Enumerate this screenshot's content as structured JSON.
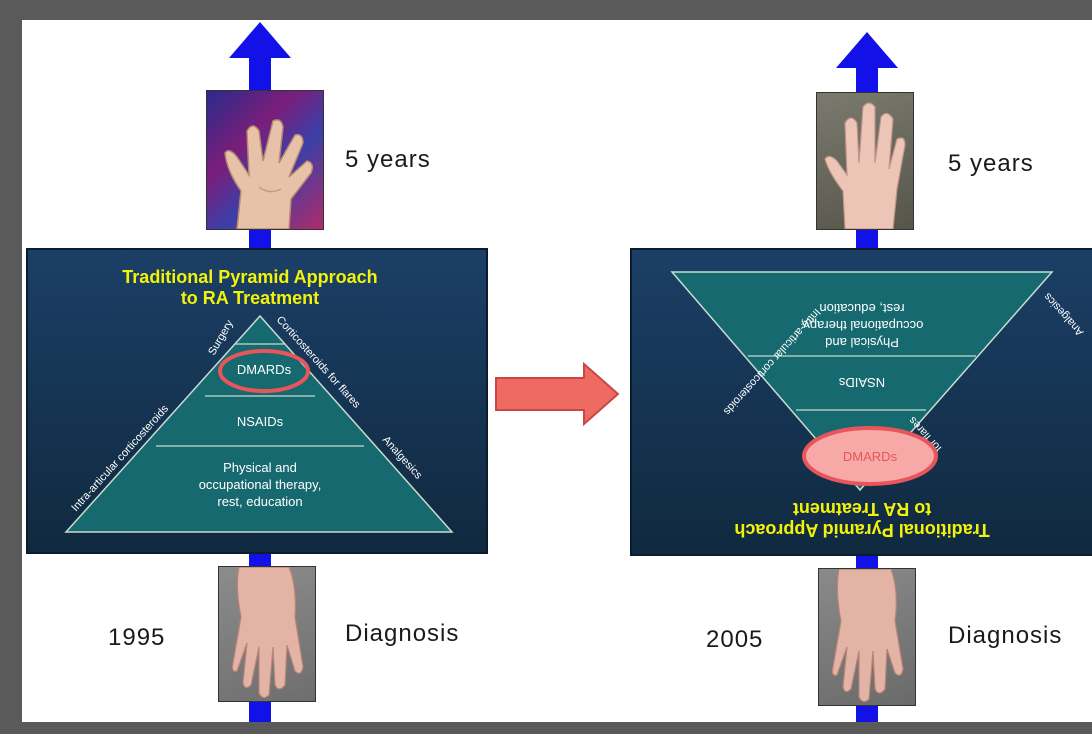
{
  "left": {
    "year": "1995",
    "diagnosis_label": "Diagnosis",
    "five_years_label": "5 years",
    "pyramid": {
      "title_line1": "Traditional Pyramid Approach",
      "title_line2": "to RA Treatment",
      "tier_top": "DMARDs",
      "tier_middle": "NSAIDs",
      "tier_bottom_line1": "Physical and",
      "tier_bottom_line2": "occupational therapy,",
      "tier_bottom_line3": "rest, education",
      "side_surgery": "Surgery",
      "side_corticosteroids_flares": "Corticosteroids for flares",
      "side_intra_articular": "Intra-articular corticosteroids",
      "side_analgesics": "Analgesics"
    }
  },
  "right": {
    "year": "2005",
    "diagnosis_label": "Diagnosis",
    "five_years_label": "5 years",
    "pyramid": {
      "title_line1": "Traditional Pyramid Approach",
      "title_line2": "to RA Treatment",
      "tier_highlight": "DMARDs",
      "tier_middle": "NSAIDs",
      "tier_bottom_line1": "Physical and",
      "tier_bottom_line2": "occupational therapy,",
      "tier_bottom_line3": "rest, education",
      "side_intra_articular": "Intra-articular corticosteroids",
      "side_analgesics": "Analgesics",
      "side_flares": "for flares"
    }
  },
  "colors": {
    "blue_arrow": "#1212e8",
    "panel_bg": "#16365a",
    "pyramid_fill": "#16696e",
    "title_yellow": "#f2f20a",
    "highlight_red": "#e8555a",
    "highlight_fill": "#f6a9a6",
    "transition_arrow": "#f06a64"
  },
  "icons": {
    "progression_arrow": "arrow-up-icon",
    "transition_arrow": "arrow-right-icon"
  }
}
